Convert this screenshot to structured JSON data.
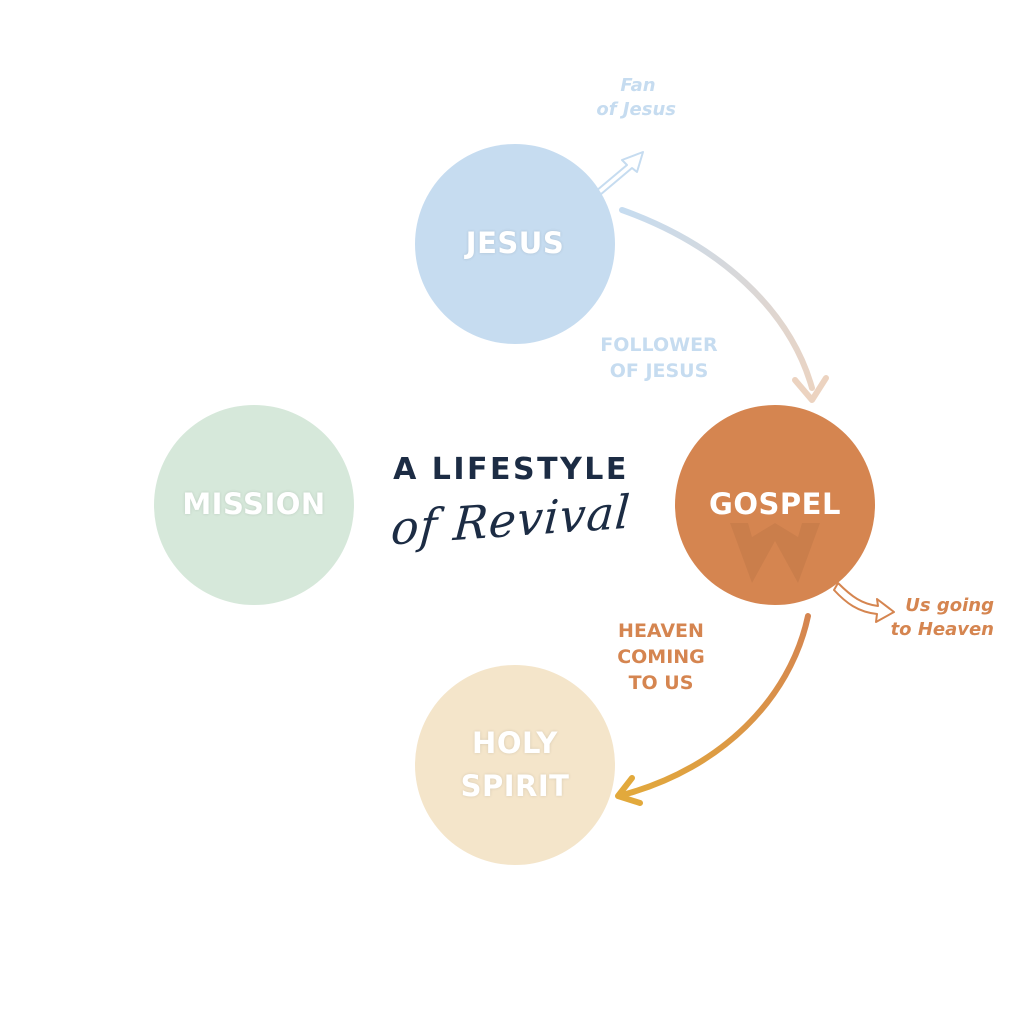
{
  "title": {
    "line1": "A LIFESTYLE",
    "line2": "of Revival"
  },
  "circles": {
    "jesus": {
      "label": "JESUS",
      "color": "#c6dcf0"
    },
    "mission": {
      "label": "MISSION",
      "color": "#d6e8da"
    },
    "gospel": {
      "label": "GOSPEL",
      "color": "#d58550"
    },
    "holy_spirit": {
      "line1": "HOLY",
      "line2": "SPIRIT",
      "color": "#f4e5ca"
    }
  },
  "labels": {
    "fan_of_jesus": {
      "line1": "Fan",
      "line2": "of Jesus",
      "color": "#c6dcf0"
    },
    "follower_of_jesus": {
      "line1": "FOLLOWER",
      "line2": "OF JESUS",
      "color": "#c6dcf0"
    },
    "heaven_coming": {
      "line1": "HEAVEN",
      "line2": "COMING",
      "line3": "TO US",
      "color": "#d58550"
    },
    "us_going": {
      "line1": "Us going",
      "line2": "to Heaven",
      "color": "#d58550"
    }
  },
  "arrow_colors": {
    "jesus_to_gospel_start": "#c6dcf0",
    "jesus_to_gospel_end": "#ecd3c0",
    "gospel_to_spirit_start": "#d58550",
    "gospel_to_spirit_end": "#e2a93c"
  },
  "title_color": "#1c2c44"
}
